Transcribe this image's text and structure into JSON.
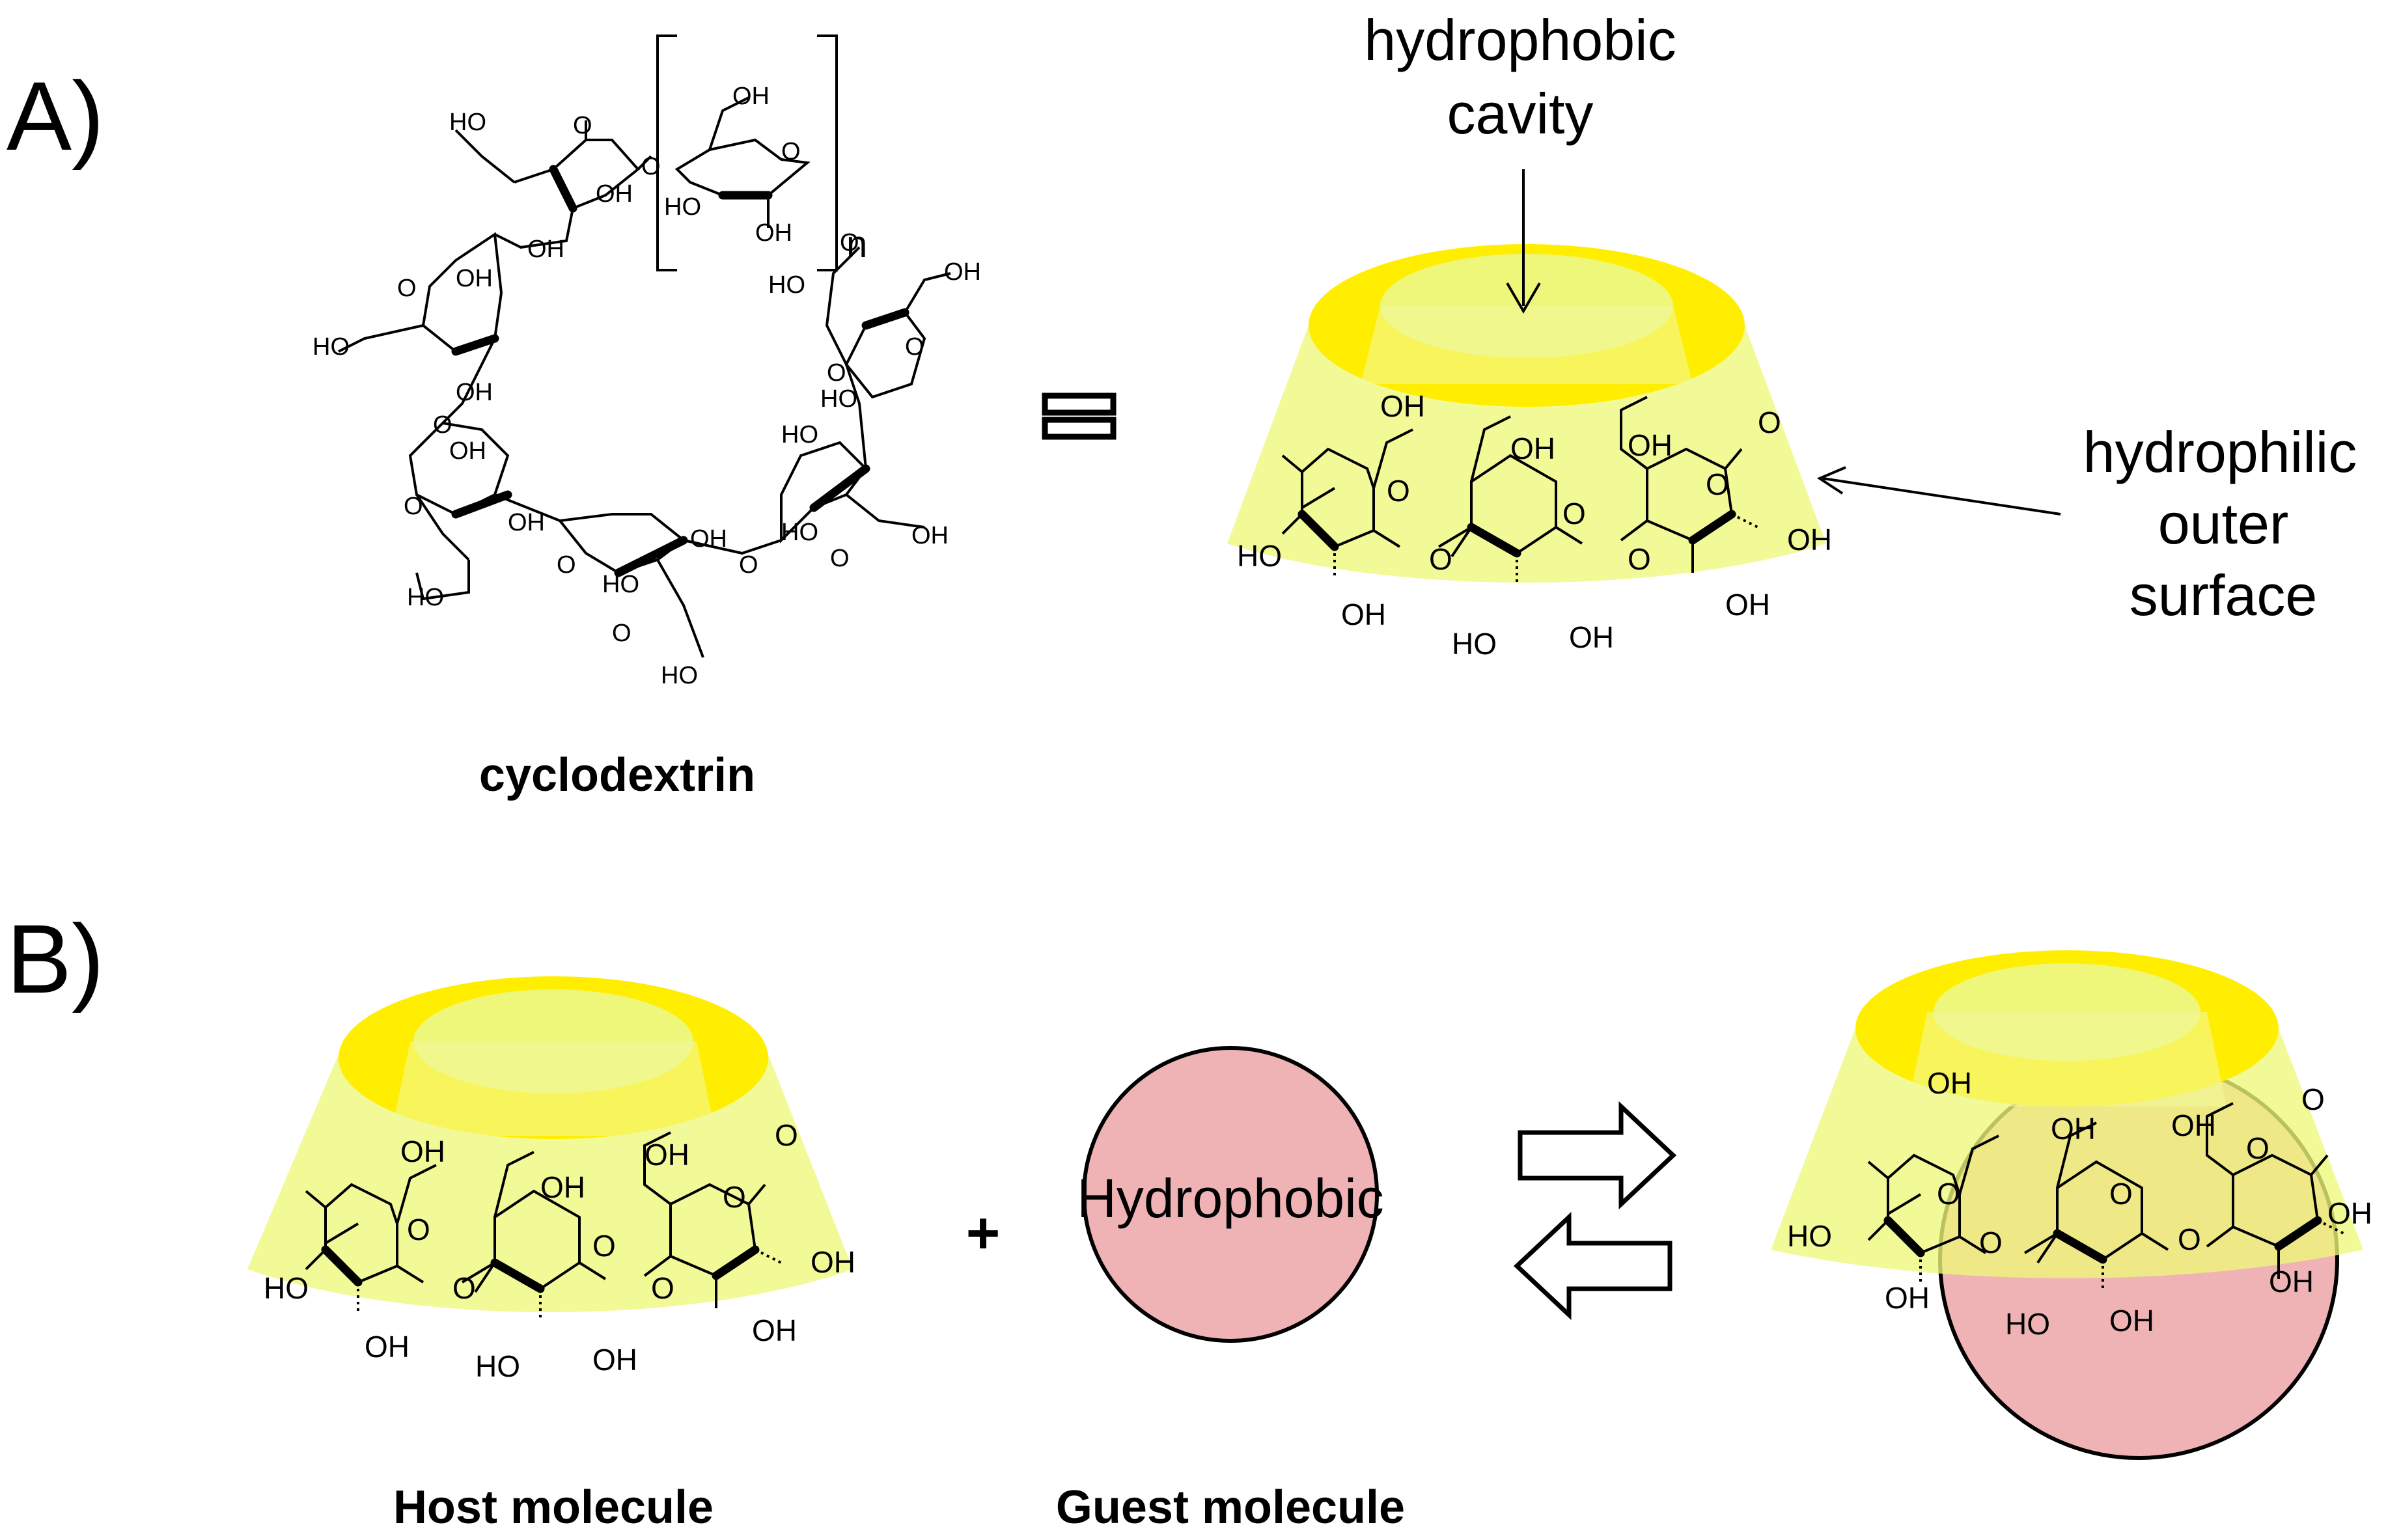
{
  "panels": {
    "a": {
      "label": "A)",
      "structure_caption": "cyclodextrin",
      "repeat_index": "n",
      "equivalence": "≡",
      "callouts": {
        "cavity_line1": "hydrophobic",
        "cavity_line2": "cavity",
        "surface_line1": "hydrophilic",
        "surface_line2": "outer",
        "surface_line3": "surface"
      }
    },
    "b": {
      "label": "B)",
      "plus": "+",
      "host_caption": "Host molecule",
      "guest_caption": "Guest molecule",
      "guest_text": "Hydrophobic"
    }
  },
  "chemistry": {
    "hydroxyl": "OH",
    "hydroxyl_left": "HO",
    "oxygen": "O"
  },
  "colors": {
    "rim": "#ffee00",
    "cone_body": "#eef77a",
    "guest": "#efb3b6"
  }
}
